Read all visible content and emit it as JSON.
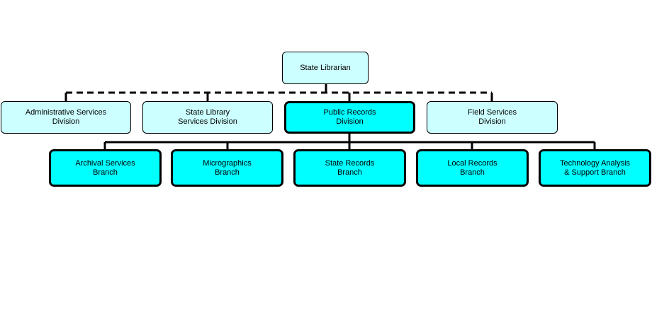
{
  "org_chart": {
    "top": {
      "label": "State Librarian"
    },
    "divisions": [
      {
        "label": "Administrative Services\nDivision",
        "highlighted": false
      },
      {
        "label": "State Library\nServices Division",
        "highlighted": false
      },
      {
        "label": "Public Records\nDivision",
        "highlighted": true
      },
      {
        "label": "Field Services\nDivision",
        "highlighted": false
      }
    ],
    "branches": [
      {
        "label": "Archival Services\nBranch"
      },
      {
        "label": "Micrographics\nBranch"
      },
      {
        "label": "State Records\nBranch"
      },
      {
        "label": "Local Records\nBranch"
      },
      {
        "label": "Technology Analysis\n& Support Branch"
      }
    ],
    "colors": {
      "light_box": "#ccffff",
      "highlight_box": "#00ffff",
      "line": "#000000"
    }
  }
}
